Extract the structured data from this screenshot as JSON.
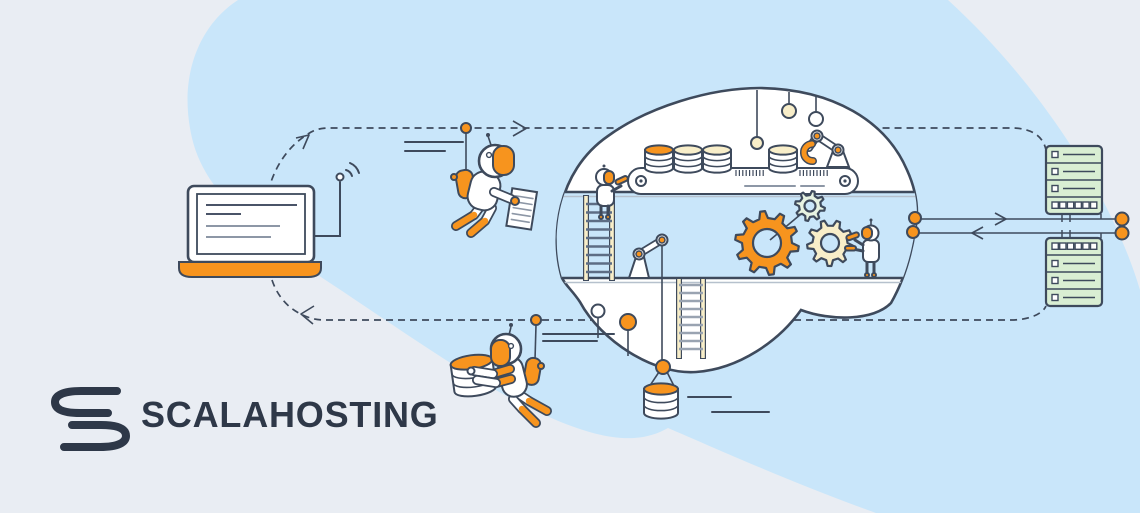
{
  "logo": {
    "text": "SCALAHOSTING"
  },
  "colors": {
    "bg": "#e9edf3",
    "blob": "#c9e6fa",
    "ink": "#3e4a5c",
    "orange": "#f7941e",
    "cream": "#f8eec9",
    "green": "#e7f3e2",
    "server_green": "#d9eed3",
    "navy": "#2e3848",
    "muted": "#8d97a6",
    "white": "#ffffff"
  },
  "illustration": {
    "description": "Cloud hosting illustration: a laptop exchanges data with a cloud factory (conveyor belt with databases, gears, ladders, robot workers, robotic arms) that is wired to two green server racks; flying courier robots carry a document up and a database down along dashed data-flow paths.",
    "icons": [
      "laptop-icon",
      "wifi-antenna-icon",
      "flow-path-upload",
      "flow-path-download",
      "messenger-robot-upload-icon",
      "document-icon",
      "messenger-robot-download-icon",
      "cloud-factory-icon",
      "pendant-lights-icon",
      "conveyor-belt-icon",
      "database-cylinder-icon",
      "robotic-arm-icon",
      "crane-arm-icon",
      "gears-icon",
      "ladder-left-icon",
      "ladder-hanging-icon",
      "worker-robot-ladder-icon",
      "worker-robot-gears-icon",
      "node-dots-icon",
      "hanging-database-icon",
      "data-transfer-lines",
      "server-rack-top-icon",
      "server-rack-bottom-icon",
      "scalahosting-logo"
    ]
  }
}
